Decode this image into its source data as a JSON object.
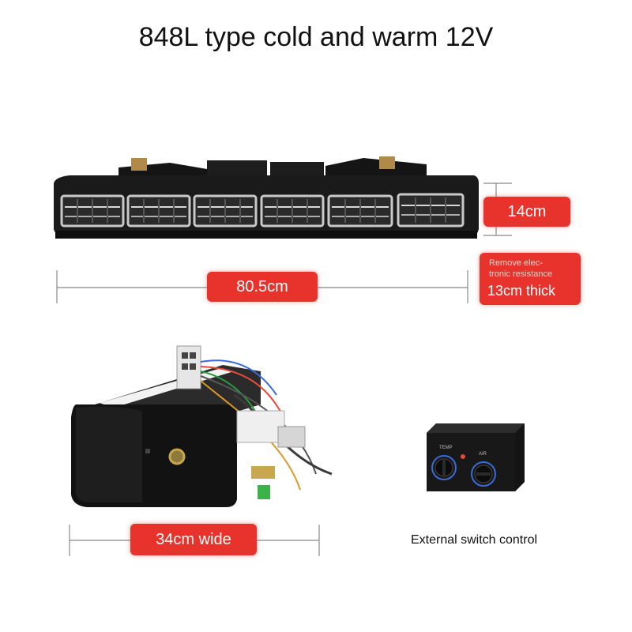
{
  "title": "848L type cold and warm 12V",
  "labels": {
    "height": "14cm",
    "length": "80.5cm",
    "remove_note": "Remove elec-\ntronic resistance",
    "thick": "13cm thick",
    "width": "34cm wide",
    "external": "External switch control"
  },
  "control_box": {
    "knob_left_text": "TEMP",
    "knob_right_text": "AIR"
  },
  "colors": {
    "label_red": "#e8332d",
    "unit_black": "#1a1a1a",
    "vent_silver": "#c9c9c9",
    "knob_ring_blue": "#3a6bd6"
  }
}
